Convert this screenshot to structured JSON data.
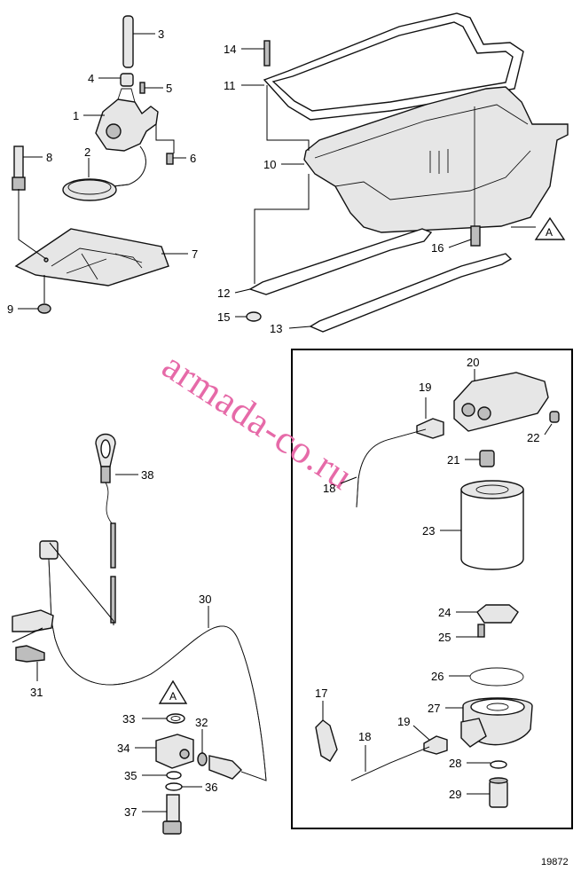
{
  "figure_number": "19872",
  "watermark": "armada-co.ru",
  "reference_mark": "A",
  "callouts": [
    "1",
    "2",
    "3",
    "4",
    "5",
    "6",
    "7",
    "8",
    "9",
    "10",
    "11",
    "12",
    "13",
    "14",
    "15",
    "16",
    "17",
    "18",
    "19",
    "20",
    "21",
    "22",
    "23",
    "24",
    "25",
    "26",
    "27",
    "28",
    "29",
    "30",
    "31",
    "32",
    "33",
    "34",
    "35",
    "36",
    "37",
    "38",
    "18",
    "19"
  ]
}
